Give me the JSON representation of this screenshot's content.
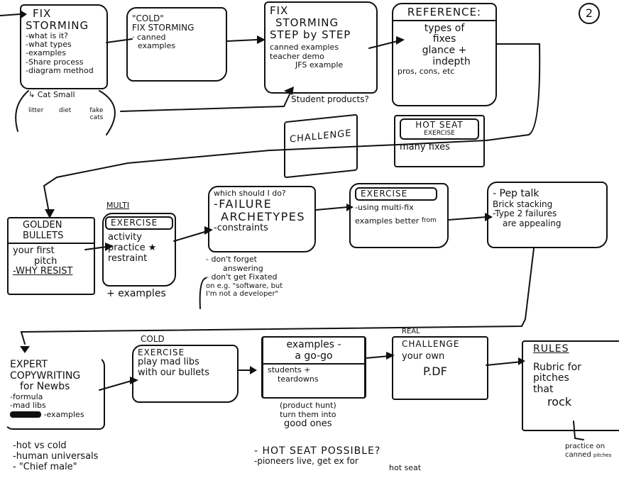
{
  "page_number": "2",
  "row1": {
    "fix_storming": {
      "title": [
        "FIX",
        "STORMING"
      ],
      "items": [
        "-what is it?",
        "-what types",
        "-examples",
        "-Share process",
        "-diagram method"
      ]
    },
    "cat_small": {
      "label": "↳ Cat Small",
      "children": [
        "litter",
        "diet",
        "fake cats"
      ]
    },
    "cold_fix_storming": {
      "lines": [
        "\"COLD\"",
        "FIX STORMING",
        "· canned",
        "examples"
      ]
    },
    "step_by_step": {
      "title": [
        "FIX",
        "STORMING",
        "STEP by STEP"
      ],
      "items": [
        "canned examples",
        "teacher demo",
        "JFS example"
      ],
      "note": "Student products?"
    },
    "reference": {
      "header": "REFERENCE:",
      "items": [
        "types of",
        "fixes",
        "glance +",
        "indepth",
        "pros, cons, etc"
      ]
    }
  },
  "middle": {
    "challenge": "CHALLENGE",
    "hot_seat": {
      "header": "HOT SEAT",
      "subheader": "EXERCISE",
      "body": "many fixes"
    }
  },
  "row2": {
    "golden_bullets": {
      "title": [
        "GOLDEN",
        "BULLETS"
      ],
      "items": [
        "your first",
        "pitch",
        "-WHY RESIST"
      ]
    },
    "multi_exercise": {
      "label_above": "MULTI",
      "header": "EXERCISE",
      "items": [
        "activity",
        "practice ★",
        "restraint"
      ],
      "note": "+ examples"
    },
    "failure_archetypes": {
      "question": "which should I do?",
      "items": [
        "-FAILURE",
        "ARCHETYPES",
        "-constraints"
      ],
      "notes": [
        "- don't forget",
        "answering",
        "- don't get Fixated",
        "on e.g. \"software, but",
        "I'm not a developer\""
      ]
    },
    "exercise_multi_fix": {
      "header": "EXERCISE",
      "items": [
        "-using multi-fix",
        "examples better",
        "from"
      ]
    },
    "pep_talk": {
      "items": [
        "- Pep talk",
        "Brick stacking",
        "-Type 2 failures",
        "are appealing"
      ]
    }
  },
  "row3": {
    "expert_copywriting": {
      "title": [
        "EXPERT",
        "COPYWRITING",
        "for Newbs"
      ],
      "items": [
        "-formula",
        "-mad libs",
        "-examples"
      ],
      "notes": [
        "-hot vs cold",
        "-human universals",
        "- \"Chief male\""
      ]
    },
    "cold_exercise": {
      "label_above": "COLD",
      "header": "EXERCISE",
      "items": [
        "play mad libs",
        "with our bullets"
      ]
    },
    "examples_a_go_go": {
      "header": [
        "examples -",
        "a go-go"
      ],
      "items": [
        "students +",
        "teardowns"
      ],
      "notes": [
        "(product hunt)",
        "turn them into",
        "good ones"
      ]
    },
    "real_challenge": {
      "label_above": "REAL",
      "items": [
        "CHALLENGE",
        "your own",
        "P.DF"
      ]
    },
    "rules": {
      "header": "RULES",
      "items": [
        "Rubric for",
        "pitches",
        "that",
        "rock"
      ],
      "note": [
        "practice on",
        "canned",
        "pitches"
      ]
    }
  },
  "footer": {
    "items": [
      "- HOT SEAT POSSIBLE?",
      "-pioneers live, get ex for",
      "hot seat"
    ]
  }
}
